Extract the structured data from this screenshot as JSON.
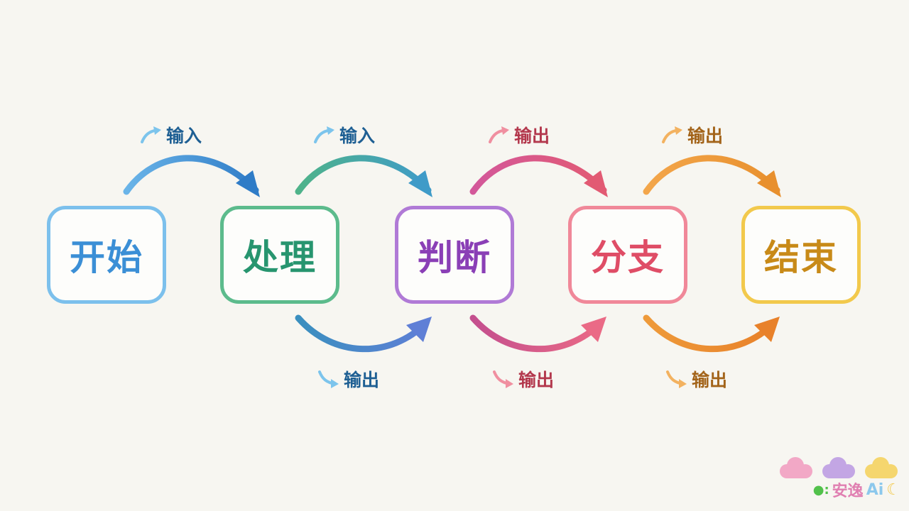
{
  "nodes": [
    {
      "label": "开始",
      "color": "#3b8fd6",
      "border": "#7cc0ec"
    },
    {
      "label": "处理",
      "color": "#27956f",
      "border": "#5cbb8c"
    },
    {
      "label": "判断",
      "color": "#8a3fb6",
      "border": "#b07ad6"
    },
    {
      "label": "分支",
      "color": "#df4d66",
      "border": "#f08899"
    },
    {
      "label": "结束",
      "color": "#c88a18",
      "border": "#f2c94c"
    }
  ],
  "top_labels": [
    {
      "text": "输入",
      "color": "#1e5f93",
      "arrow_color": "#7cc4ec"
    },
    {
      "text": "输入",
      "color": "#1e5f93",
      "arrow_color": "#7cc4ec"
    },
    {
      "text": "输出",
      "color": "#b3384d",
      "arrow_color": "#f08fa0"
    },
    {
      "text": "输出",
      "color": "#a3641a",
      "arrow_color": "#f3b260"
    }
  ],
  "bottom_labels": [
    {
      "text": "输出",
      "color": "#1e5f93",
      "arrow_color": "#7cc4ec"
    },
    {
      "text": "输出",
      "color": "#b3384d",
      "arrow_color": "#f08fa0"
    },
    {
      "text": "输出",
      "color": "#a3641a",
      "arrow_color": "#f3b260"
    }
  ],
  "watermark": {
    "brand": "安逸",
    "ai": "Ai"
  }
}
